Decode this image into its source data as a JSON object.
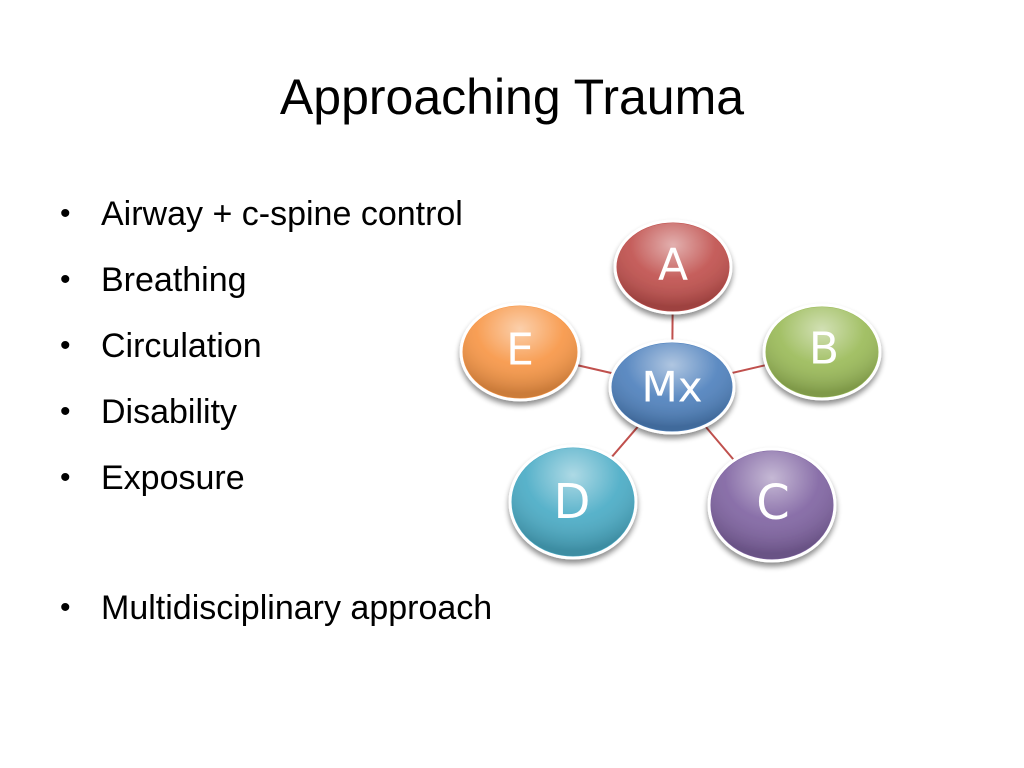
{
  "slide": {
    "title": "Approaching Trauma",
    "bullets": [
      "Airway + c-spine control",
      "Breathing",
      "Circulation",
      "Disability",
      "Exposure",
      "Multidisciplinary approach"
    ],
    "bullet_glyph": "•"
  },
  "diagram": {
    "center": {
      "label": "Mx",
      "color": "#4f81bd"
    },
    "nodes": [
      {
        "label": "A",
        "color": "#c0504d"
      },
      {
        "label": "B",
        "color": "#9bbb59"
      },
      {
        "label": "C",
        "color": "#8064a2"
      },
      {
        "label": "D",
        "color": "#4bacc6"
      },
      {
        "label": "E",
        "color": "#f79646"
      }
    ],
    "connector_color": "#c0504d"
  }
}
